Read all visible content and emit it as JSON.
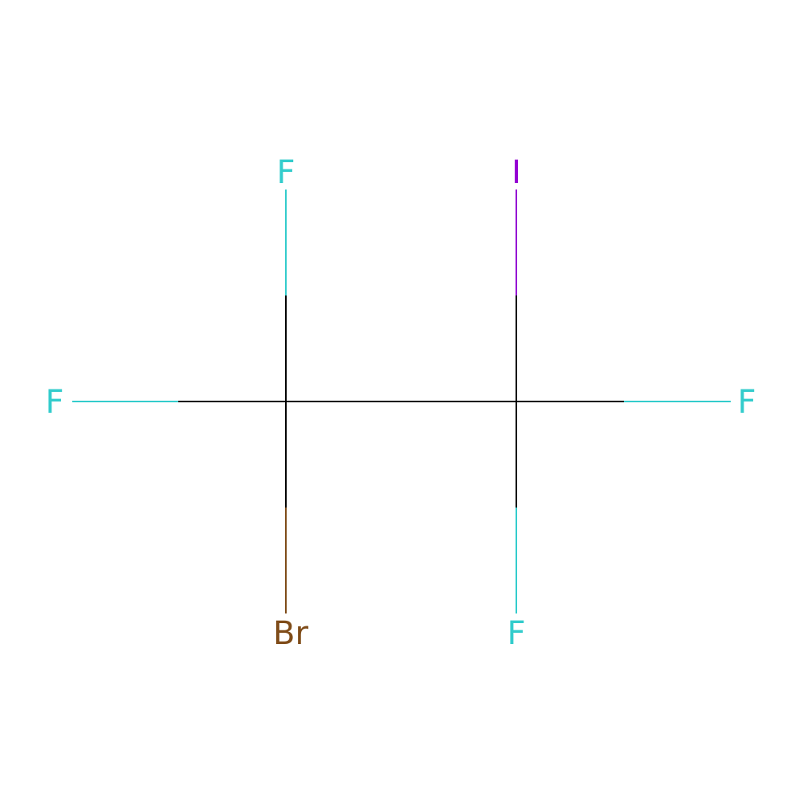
{
  "molecule": {
    "atoms": {
      "f_top": {
        "symbol": "F",
        "color": "#33CCCC"
      },
      "i_top": {
        "symbol": "I",
        "color": "#940094"
      },
      "f_left": {
        "symbol": "F",
        "color": "#33CCCC"
      },
      "f_right": {
        "symbol": "F",
        "color": "#33CCCC"
      },
      "br_bottom": {
        "symbol": "Br",
        "color": "#A62929"
      },
      "f_bottom": {
        "symbol": "F",
        "color": "#33CCCC"
      }
    },
    "colors": {
      "carbon_bond": "#000000",
      "fluorine": "#33CCCC",
      "iodine": "#9400D3",
      "bromine": "#7F4C19"
    }
  }
}
